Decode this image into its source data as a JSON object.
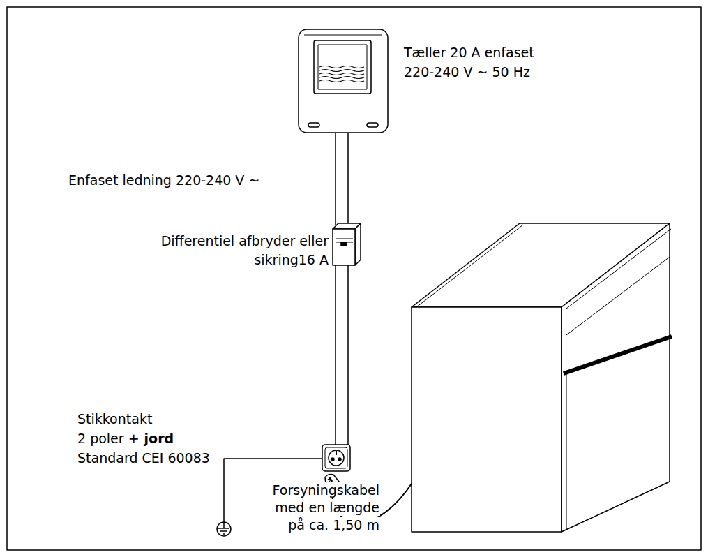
{
  "diagram": {
    "labels": [
      "Tæller 20 A enfaset",
      "220-240 V ~ 50 Hz",
      "Enfaset ledning 220-240 V ~",
      "Differentiel afbryder eller",
      "sikring16 A",
      "Stikkontakt",
      "2 poler +",
      "jord",
      "Standard CEI 60083",
      "Forsyningskabel",
      "med en længde",
      "på ca. 1,50 m"
    ]
  }
}
